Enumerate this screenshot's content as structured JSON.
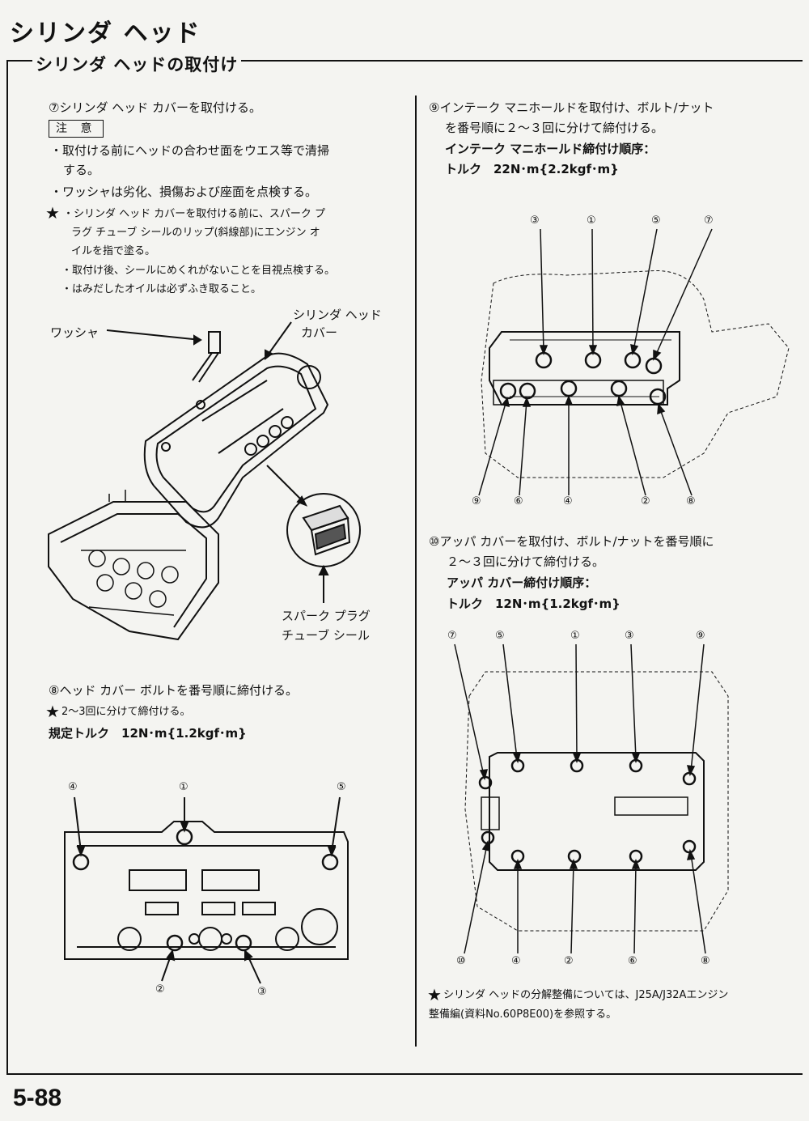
{
  "page_title": "シリンダ ヘッド",
  "section_title": "シリンダ ヘッドの取付け",
  "left": {
    "step7": "⑦シリンダ ヘッド カバーを取付ける。",
    "note_label": "注 意",
    "bullet1_a": "・取付ける前にヘッドの合わせ面をウエス等で清掃",
    "bullet1_b": "する。",
    "bullet2": "・ワッシャは劣化、損傷および座面を点検する。",
    "star": "★",
    "bullet3_a": "・シリンダ ヘッド カバーを取付ける前に、スパーク プ",
    "bullet3_b": "ラグ チューブ シールのリップ(斜線部)にエンジン オ",
    "bullet3_c": "イルを指で塗る。",
    "bullet4": "・取付け後、シールにめくれがないことを目視点検する。",
    "bullet5": "・はみだしたオイルは必ずふき取ること。",
    "fig1_washer": "ワッシャ",
    "fig1_cover_a": "シリンダ ヘッド",
    "fig1_cover_b": "カバー",
    "fig1_seal_a": "スパーク プラグ",
    "fig1_seal_b": "チューブ シール",
    "step8": "⑧ヘッド カバー ボルトを番号順に締付ける。",
    "step8_note": "2～3回に分けて締付ける。",
    "torque8": "規定トルク　12N･m{1.2kgf･m}",
    "fig2_labels": [
      "④",
      "①",
      "⑤",
      "②",
      "③"
    ]
  },
  "right": {
    "step9_a": "⑨インテーク マニホールドを取付け、ボルト/ナット",
    "step9_b": "を番号順に２～３回に分けて締付ける。",
    "step9_seq": "インテーク マニホールド締付け順序：",
    "step9_torque": "トルク　22N･m{2.2kgf･m}",
    "fig3_top": [
      "③",
      "①",
      "⑤",
      "⑦"
    ],
    "fig3_bottom": [
      "⑨",
      "⑥",
      "④",
      "②",
      "⑧"
    ],
    "step10_a": "⑩アッパ カバーを取付け、ボルト/ナットを番号順に",
    "step10_b": "２～３回に分けて締付ける。",
    "step10_seq": "アッパ カバー締付け順序：",
    "step10_torque": "トルク　12N･m{1.2kgf･m}",
    "fig4_top": [
      "⑦",
      "⑤",
      "①",
      "③",
      "⑨"
    ],
    "fig4_bottom": [
      "⑩",
      "④",
      "②",
      "⑥",
      "⑧"
    ],
    "footnote_a": "シリンダ ヘッドの分解整備については、J25A/J32Aエンジン",
    "footnote_b": "整備編(資料No.60P8E00)を参照する。"
  },
  "page_number": "5-88"
}
